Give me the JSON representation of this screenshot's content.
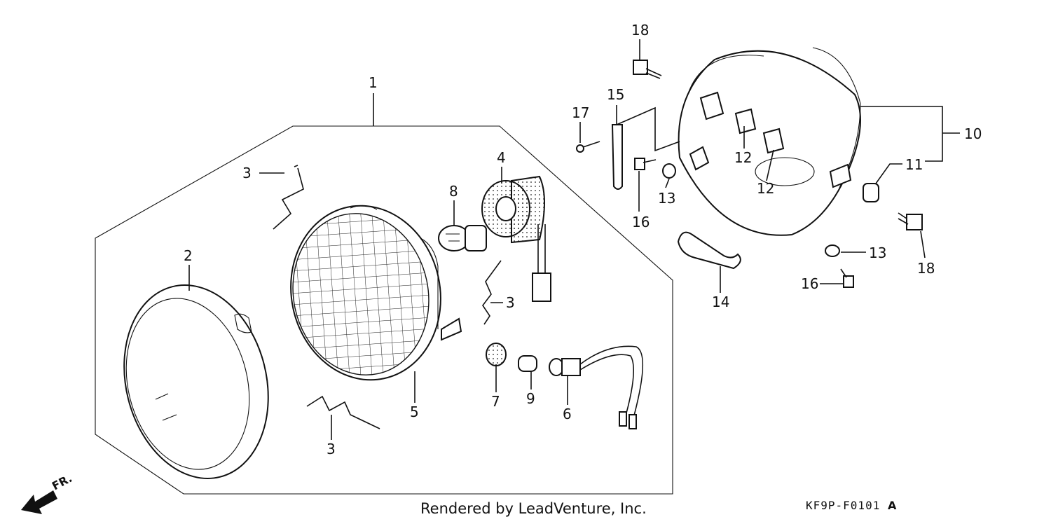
{
  "callouts": [
    {
      "id": "c1",
      "text": "1"
    },
    {
      "id": "c2",
      "text": "2"
    },
    {
      "id": "c3a",
      "text": "3"
    },
    {
      "id": "c3b",
      "text": "3"
    },
    {
      "id": "c3c",
      "text": "3"
    },
    {
      "id": "c4",
      "text": "4"
    },
    {
      "id": "c5",
      "text": "5"
    },
    {
      "id": "c6",
      "text": "6"
    },
    {
      "id": "c7",
      "text": "7"
    },
    {
      "id": "c8",
      "text": "8"
    },
    {
      "id": "c9",
      "text": "9"
    },
    {
      "id": "c10",
      "text": "10"
    },
    {
      "id": "c11",
      "text": "11"
    },
    {
      "id": "c12a",
      "text": "12"
    },
    {
      "id": "c12b",
      "text": "12"
    },
    {
      "id": "c13a",
      "text": "13"
    },
    {
      "id": "c13b",
      "text": "13"
    },
    {
      "id": "c14",
      "text": "14"
    },
    {
      "id": "c15",
      "text": "15"
    },
    {
      "id": "c16a",
      "text": "16"
    },
    {
      "id": "c16b",
      "text": "16"
    },
    {
      "id": "c17",
      "text": "17"
    },
    {
      "id": "c18a",
      "text": "18"
    },
    {
      "id": "c18b",
      "text": "18"
    }
  ],
  "front_marker": "FR.",
  "credit": "Rendered by LeadVenture, Inc.",
  "diagram_code": "KF9P-F0101",
  "diagram_code_suffix": "A"
}
